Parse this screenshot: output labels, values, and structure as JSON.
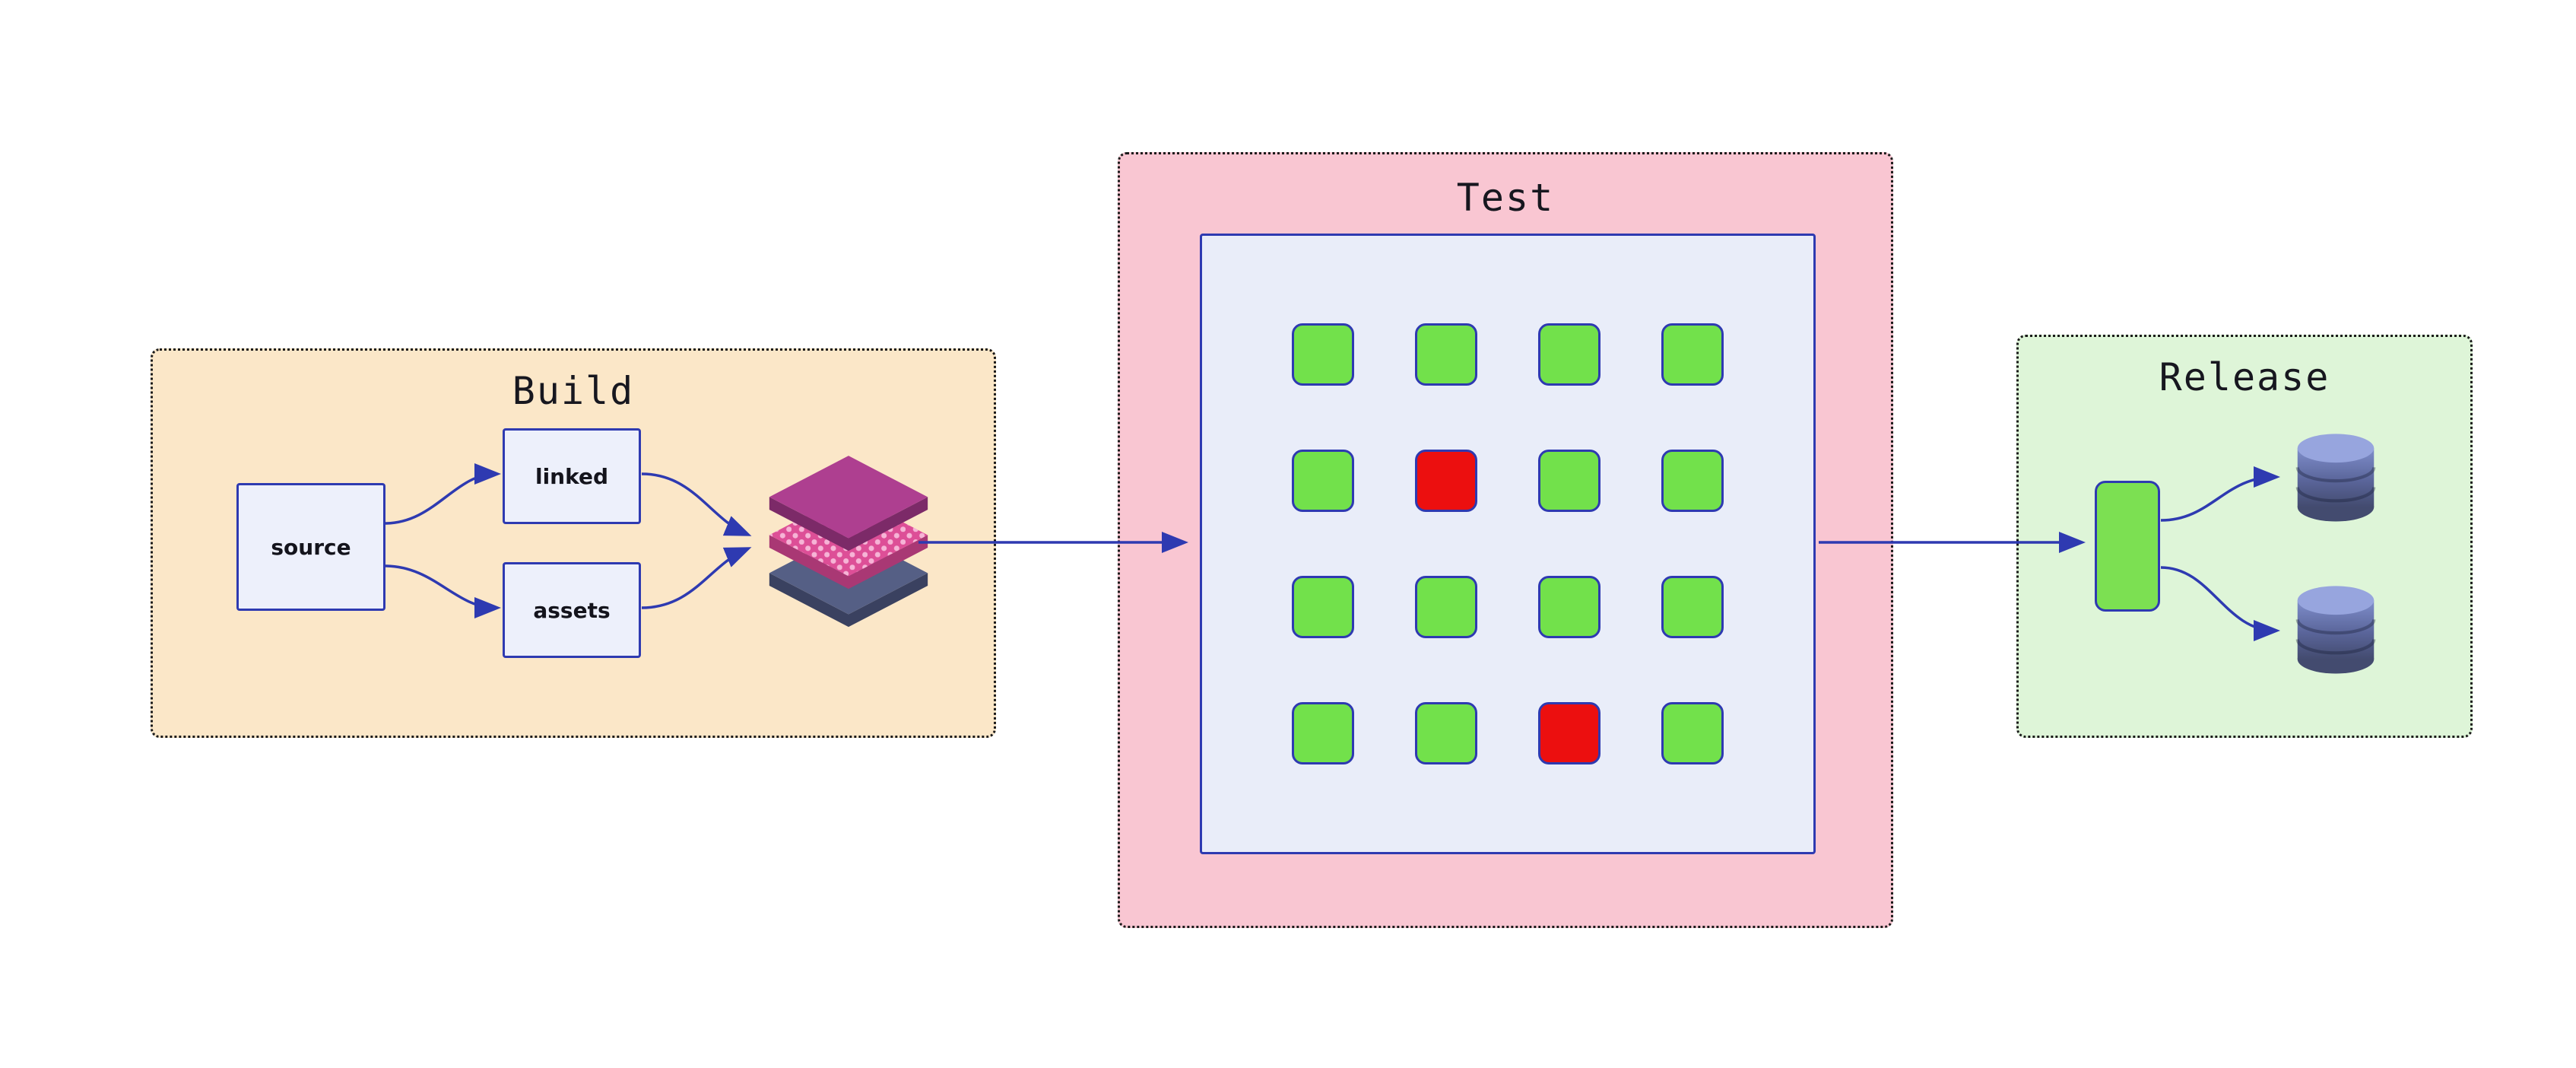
{
  "panels": {
    "build": {
      "title": "Build"
    },
    "test": {
      "title": "Test"
    },
    "release": {
      "title": "Release"
    }
  },
  "build": {
    "source_label": "source",
    "linked_label": "linked",
    "assets_label": "assets",
    "stack_icon": "layers-stack-icon"
  },
  "test_grid": {
    "rows": 4,
    "cols": 4,
    "cells": [
      [
        "pass",
        "pass",
        "pass",
        "pass"
      ],
      [
        "pass",
        "fail",
        "pass",
        "pass"
      ],
      [
        "pass",
        "pass",
        "pass",
        "pass"
      ],
      [
        "pass",
        "pass",
        "fail",
        "pass"
      ]
    ]
  },
  "release": {
    "artifact_icon": "artifact-node",
    "database_icon": "database-icon",
    "database_count": 2
  },
  "colors": {
    "build_bg": "#fbe7c8",
    "test_bg": "#f9c6d2",
    "release_bg": "#def5d8",
    "panel_border": "#1a1a1a",
    "node_bg": "#edf0fb",
    "node_border": "#2e3ab1",
    "arrow": "#2e3ab1",
    "pass": "#72e14b",
    "fail": "#ec0f0f",
    "artifact_green": "#7ce052",
    "stack_top": "#ae3f90",
    "stack_middle": "#dd4f97",
    "stack_bottom": "#555f85",
    "db_light": "#97a5de",
    "db_dark": "#434b6f"
  }
}
